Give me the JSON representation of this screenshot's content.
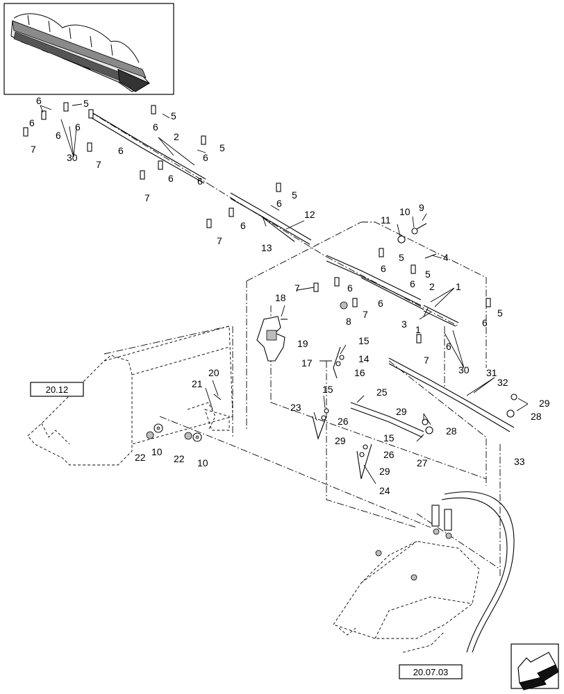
{
  "reference_labels": {
    "left_ref": "20.12",
    "bottom_ref": "20.07.03"
  },
  "icons": {
    "inset": "header-overview-icon",
    "nav": "next-page-arrow-icon"
  },
  "callouts": {
    "c1": "6",
    "c2": "5",
    "c3": "6",
    "c4": "6",
    "c5": "6",
    "c6": "30",
    "c7": "7",
    "c8": "7",
    "c9": "6",
    "c10": "5",
    "c11": "6",
    "c12": "2",
    "c13": "6",
    "c14": "5",
    "c15": "6",
    "c16": "7",
    "c17": "6",
    "c18": "5",
    "c19": "6",
    "c20": "6",
    "c21": "7",
    "c22": "12",
    "c23": "13",
    "c24": "11",
    "c25": "10",
    "c26": "9",
    "c27": "4",
    "c28": "5",
    "c29": "6",
    "c30": "5",
    "c31": "6",
    "c32": "7",
    "c33": "6",
    "c34": "2",
    "c35": "1",
    "c36": "6",
    "c37": "8",
    "c38": "7",
    "c39": "3",
    "c40": "1",
    "c41": "5",
    "c42": "6",
    "c43": "6",
    "c44": "7",
    "c45": "30",
    "c46": "18",
    "c47": "19",
    "c48": "15",
    "c49": "14",
    "c50": "17",
    "c51": "16",
    "c52": "31",
    "c53": "32",
    "c54": "29",
    "c55": "28",
    "c56": "33",
    "c57": "25",
    "c58": "29",
    "c59": "28",
    "c60": "27",
    "c61": "20",
    "c62": "21",
    "c63": "15",
    "c64": "23",
    "c65": "26",
    "c66": "29",
    "c67": "15",
    "c68": "26",
    "c69": "29",
    "c70": "24",
    "c71": "22",
    "c72": "10",
    "c73": "22",
    "c74": "10"
  }
}
